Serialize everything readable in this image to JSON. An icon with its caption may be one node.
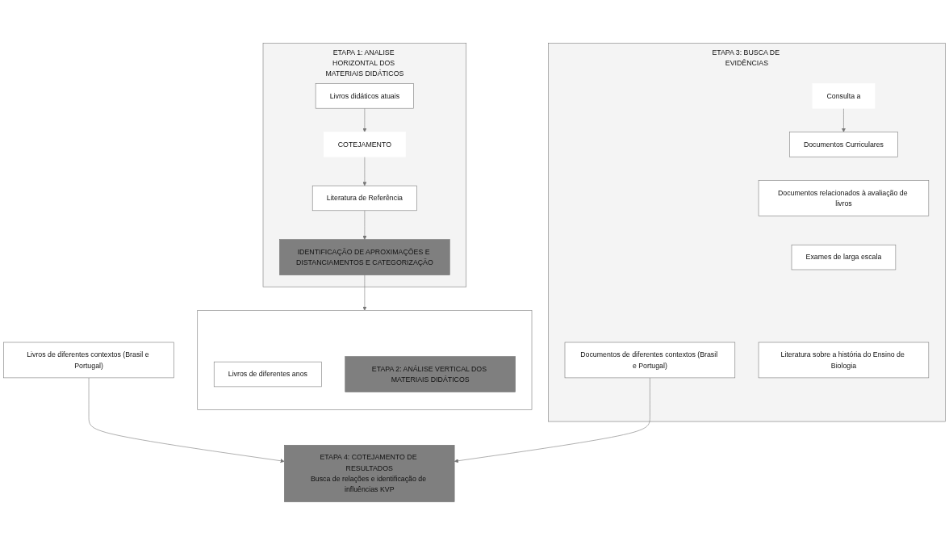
{
  "diagram": {
    "nodes": [
      {
        "text": [
          "ETAPA 1: ANALISE HORIZONTAL DOS MATERIAIS DIDÁTICOS"
        ]
      },
      {
        "text": [
          "Livros didáticos atuais"
        ],
        "in": 0
      },
      {
        "text": [
          "COTEJAMENTO"
        ],
        "in": 0
      },
      {
        "text": [
          "Literatura de Referência"
        ],
        "in": 0
      },
      {
        "text": [
          "IDENTIFICAÇÃO DE APROXIMAÇÕES E DISTANCIAMENTOS E CATEGORIZAÇÃO"
        ],
        "in": 0
      },
      {
        "text": [],
        "shape": "box"
      },
      {
        "text": [
          "Livros de diferentes anos"
        ],
        "in": 5
      },
      {
        "text": [
          "ETAPA 2: ANÁLISE VERTICAL DOS MATERIAIS DIDÁTICOS"
        ],
        "in": 5
      },
      {
        "text": [
          "Livros de diferentes contextos (Brasil e Portugal)"
        ]
      },
      {
        "text": [
          "ETAPA 4: COTEJAMENTO DE RESULTADOS",
          "Busca de relações e identificação de influências KVP"
        ]
      },
      {
        "text": [
          "ETAPA 3: BUSCA DE EVIDÊNCIAS"
        ]
      },
      {
        "text": [
          "Documentos de diferentes contextos (Brasil e Portugal)"
        ],
        "in": 10
      },
      {
        "text": [
          "Consulta a"
        ],
        "in": 10
      },
      {
        "text": [
          "Documentos Curriculares"
        ],
        "in": 10
      },
      {
        "text": [
          "Documentos relacionados à avaliação de livros"
        ],
        "in": 10
      },
      {
        "text": [
          "Exames de larga escala"
        ],
        "in": 10
      },
      {
        "text": [
          "Literatura sobre a história do Ensino de Biologia"
        ],
        "in": 10
      }
    ],
    "edges": [
      {
        "from": 1,
        "to": 2,
        "arrow": "to"
      },
      {
        "from": 2,
        "to": 3,
        "arrow": "to"
      },
      {
        "from": 3,
        "to": 4,
        "arrow": "to"
      },
      {
        "from": 4,
        "to": 5,
        "arrow": "to"
      },
      {
        "from": 8,
        "to": 9,
        "arrow": "to"
      },
      {
        "from": 11,
        "to": 9,
        "arrow": "to"
      },
      {
        "from": 12,
        "to": 13,
        "arrow": "to"
      }
    ]
  }
}
